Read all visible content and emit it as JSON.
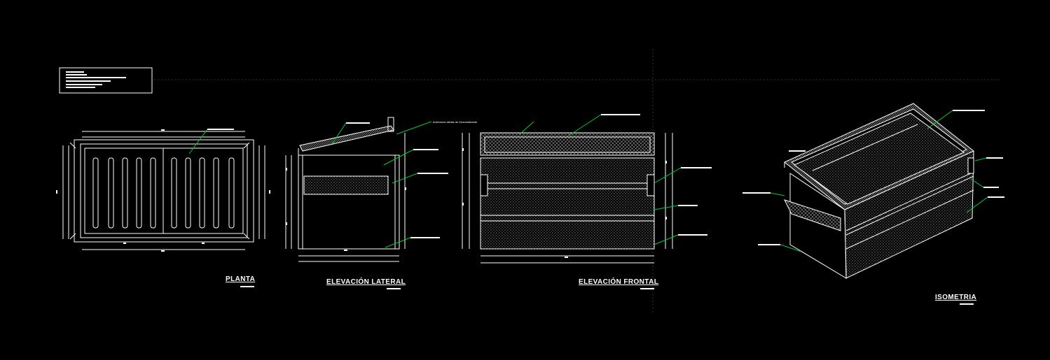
{
  "drawing": {
    "background": "#000000",
    "line_color": "#ffffff",
    "leader_color": "#00cc33",
    "views": [
      {
        "id": "planta",
        "title": "PLANTA"
      },
      {
        "id": "elevacion-lateral",
        "title": "ELEVACIÓN LATERAL"
      },
      {
        "id": "elevacion-frontal",
        "title": "ELEVACIÓN FRONTAL"
      },
      {
        "id": "isometria",
        "title": "ISOMETRIA"
      }
    ],
    "side_note": "Inclinacion tablas de Desmoldeante"
  }
}
